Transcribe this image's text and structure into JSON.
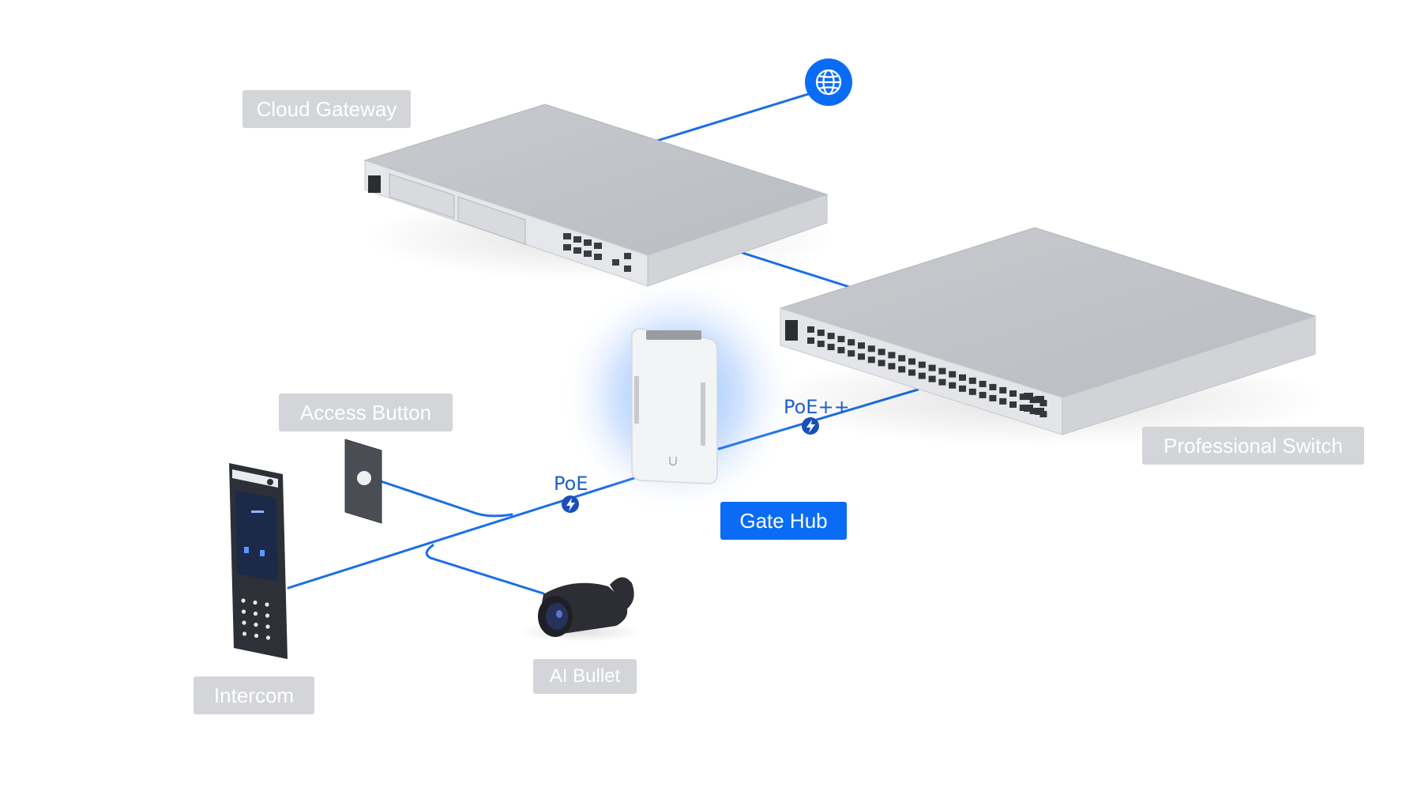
{
  "labels": {
    "cloud_gateway": "Cloud Gateway",
    "professional_switch": "Professional Switch",
    "gate_hub": "Gate Hub",
    "access_button": "Access Button",
    "intercom": "Intercom",
    "ai_bullet": "AI Bullet"
  },
  "links": {
    "poe": "PoE",
    "poe_plus": "PoE++"
  },
  "icons": {
    "internet": "globe-icon",
    "power": "lightning-icon"
  },
  "colors": {
    "link_blue": "#1a6ee8",
    "active_label": "#0a6cf5",
    "inactive_label": "#d3d5d8",
    "device_gray": "#c9cbd0",
    "glow": "#2f7cf6"
  }
}
